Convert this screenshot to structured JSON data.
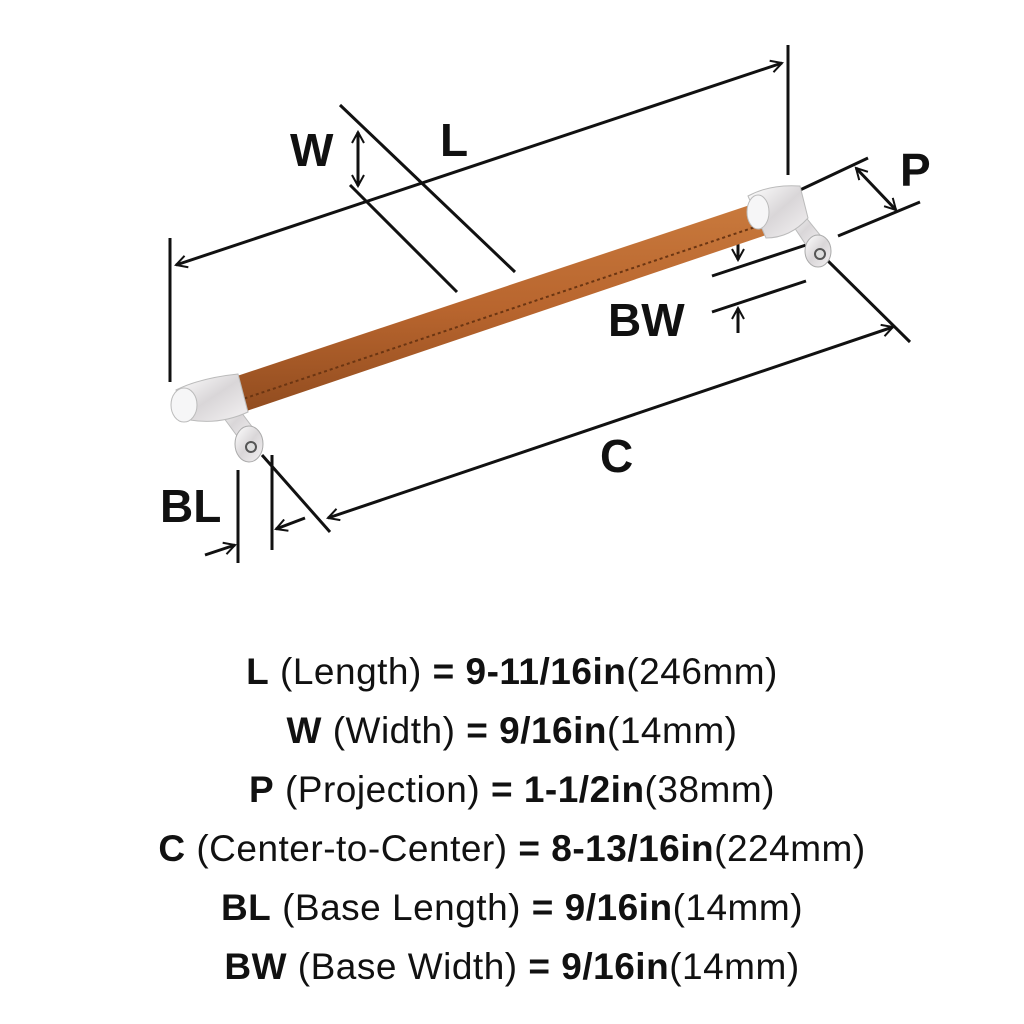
{
  "diagram": {
    "labels": {
      "L": "L",
      "W": "W",
      "P": "P",
      "BW": "BW",
      "C": "C",
      "BL": "BL"
    },
    "colors": {
      "leather": "#b8652e",
      "chrome": "#e8e8ea",
      "line": "#111111"
    }
  },
  "specs": [
    {
      "key": "L",
      "name": "(Length)",
      "eq": "=",
      "imperial": "9-11/16in",
      "metric": "(246mm)"
    },
    {
      "key": "W",
      "name": "(Width)",
      "eq": "=",
      "imperial": "9/16in",
      "metric": "(14mm)"
    },
    {
      "key": "P",
      "name": "(Projection)",
      "eq": "=",
      "imperial": "1-1/2in",
      "metric": "(38mm)"
    },
    {
      "key": "C",
      "name": "(Center-to-Center)",
      "eq": "=",
      "imperial": "8-13/16in",
      "metric": "(224mm)"
    },
    {
      "key": "BL",
      "name": "(Base Length)",
      "eq": "=",
      "imperial": "9/16in",
      "metric": "(14mm)"
    },
    {
      "key": "BW",
      "name": "(Base Width)",
      "eq": "=",
      "imperial": "9/16in",
      "metric": "(14mm)"
    }
  ]
}
